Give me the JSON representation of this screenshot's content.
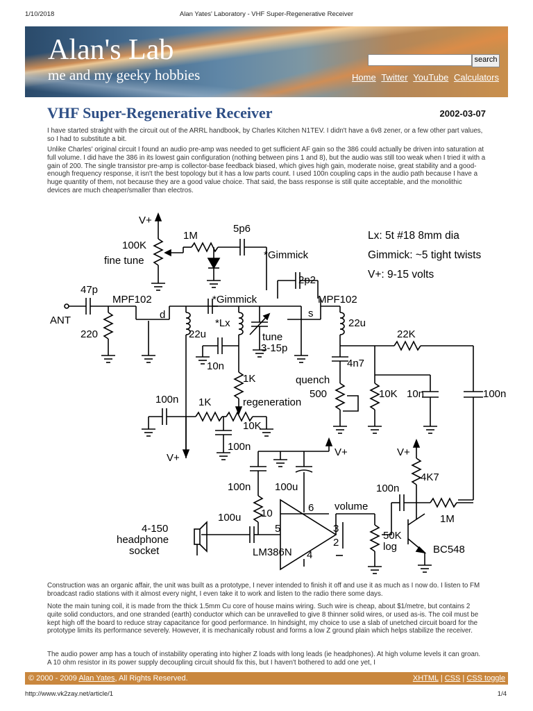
{
  "print_header": {
    "date": "1/10/2018",
    "title": "Alan Yates' Laboratory - VHF Super-Regenerative Receiver"
  },
  "banner": {
    "title": "Alan's Lab",
    "subtitle": "me and my geeky hobbies"
  },
  "search": {
    "value": "",
    "button_label": "search"
  },
  "nav": {
    "items": [
      "Home",
      "Twitter",
      "YouTube",
      "Calculators"
    ]
  },
  "article": {
    "title": "VHF Super-Regenerative Receiver",
    "date": "2002-03-07",
    "paragraphs": [
      "I have started straight with the circuit out of the ARRL handbook, by Charles Kitchen N1TEV. I didn't have a 6v8 zener, or a few other part values, so I had to substitute a bit.",
      "Unlike Charles' original circuit I found an audio pre-amp was needed to get sufficient AF gain so the 386 could actually be driven into saturation at full volume. I did have the 386 in its lowest gain configuration (nothing between pins 1 and 8), but the audio was still too weak when I tried it with a gain of 200. The single transistor pre-amp is collector-base feedback biased, which gives high gain, moderate noise, great stability and a good-enough frequency response, it isn't the best topology but it has a low parts count. I used 100n coupling caps in the audio path because I have a huge quantity of them, not because they are a good value choice. That said, the bass response is still quite acceptable, and the monolithic devices are much cheaper/smaller than electros.",
      "Construction was an organic affair, the unit was built as a prototype, I never intended to finish it off and use it as much as I now do. I listen to FM broadcast radio stations with it almost every night, I even take it to work and listen to the radio there some days.",
      "Note the main tuning coil, it is made from the thick 1.5mm Cu core of house mains wiring. Such wire is cheap, about $1/metre, but contains 2 quite solid conductors, and one stranded (earth) conductor which can be unravelled to give 8 thinner solid wires, or used as-is. The coil must be kept high off the board to reduce stray capacitance for good performance. In hindsight, my choice to use a slab of unetched circuit board for the prototype limits its performance severely. However, it is mechanically robust and forms a low Z ground plain which helps stabilize the receiver.",
      "The audio power amp has a touch of instability operating into higher Z loads with long leads (ie headphones). At high volume levels it can groan. A 10 ohm resistor in its power supply decoupling circuit should fix this, but I haven't bothered to add one yet, I"
    ]
  },
  "schematic": {
    "notes": [
      "Lx: 5t #18 8mm dia",
      "Gimmick: ~5 tight twists",
      "V+: 9-15 volts"
    ],
    "labels": {
      "vplus": "V+",
      "r1m": "1M",
      "c5p6": "5p6",
      "pot100k": "100K",
      "finetune": "fine tune",
      "gimmick_top": "*Gimmick",
      "c2p2": "2p2",
      "c47p": "47p",
      "q1": "MPF102",
      "q2": "MPF102",
      "gimmick_mid": "*Gimmick",
      "ant": "ANT",
      "r220": "220",
      "d": "d",
      "s": "s",
      "lx": "*Lx",
      "l22u_a": "22u",
      "l22u_b": "22u",
      "tune": "tune",
      "tune_range": "3-15p",
      "r22k": "22K",
      "c10n_a": "10n",
      "c4n7": "4n7",
      "r1k_a": "1K",
      "quench": "quench",
      "r500": "500",
      "r10k": "10K",
      "c10n_b": "10n",
      "c100n_a": "100n",
      "c100n_b": "100n",
      "r1k_b": "1K",
      "regeneration": "regeneration",
      "pot10k": "10K",
      "c100n_c": "100n",
      "vplus_b": "V+",
      "vplus_c": "V+",
      "vplus_d": "V+",
      "r4k7": "4K7",
      "c100n_d": "100n",
      "c100u_a": "100u",
      "pin6": "6",
      "volume": "volume",
      "c100n_e": "100n",
      "r1m_b": "1M",
      "c100u_b": "100u",
      "r10": "10",
      "pin5": "5",
      "pin3": "3",
      "pin2": "2",
      "pin4": "4",
      "ic": "LM386N",
      "pot50k": "50K",
      "log": "log",
      "q3": "BC548",
      "hp1": "4-150",
      "hp2": "headphone",
      "hp3": "socket"
    }
  },
  "footer": {
    "copyright_prefix": "© 2000 - 2009",
    "author": "Alan Yates",
    "copyright_suffix": ", All Rights Reserved.",
    "links": [
      "XHTML",
      "CSS",
      "CSS toggle"
    ],
    "separator": "|"
  },
  "print_footer": {
    "url": "http://www.vk2zay.net/article/1",
    "page": "1/4"
  }
}
